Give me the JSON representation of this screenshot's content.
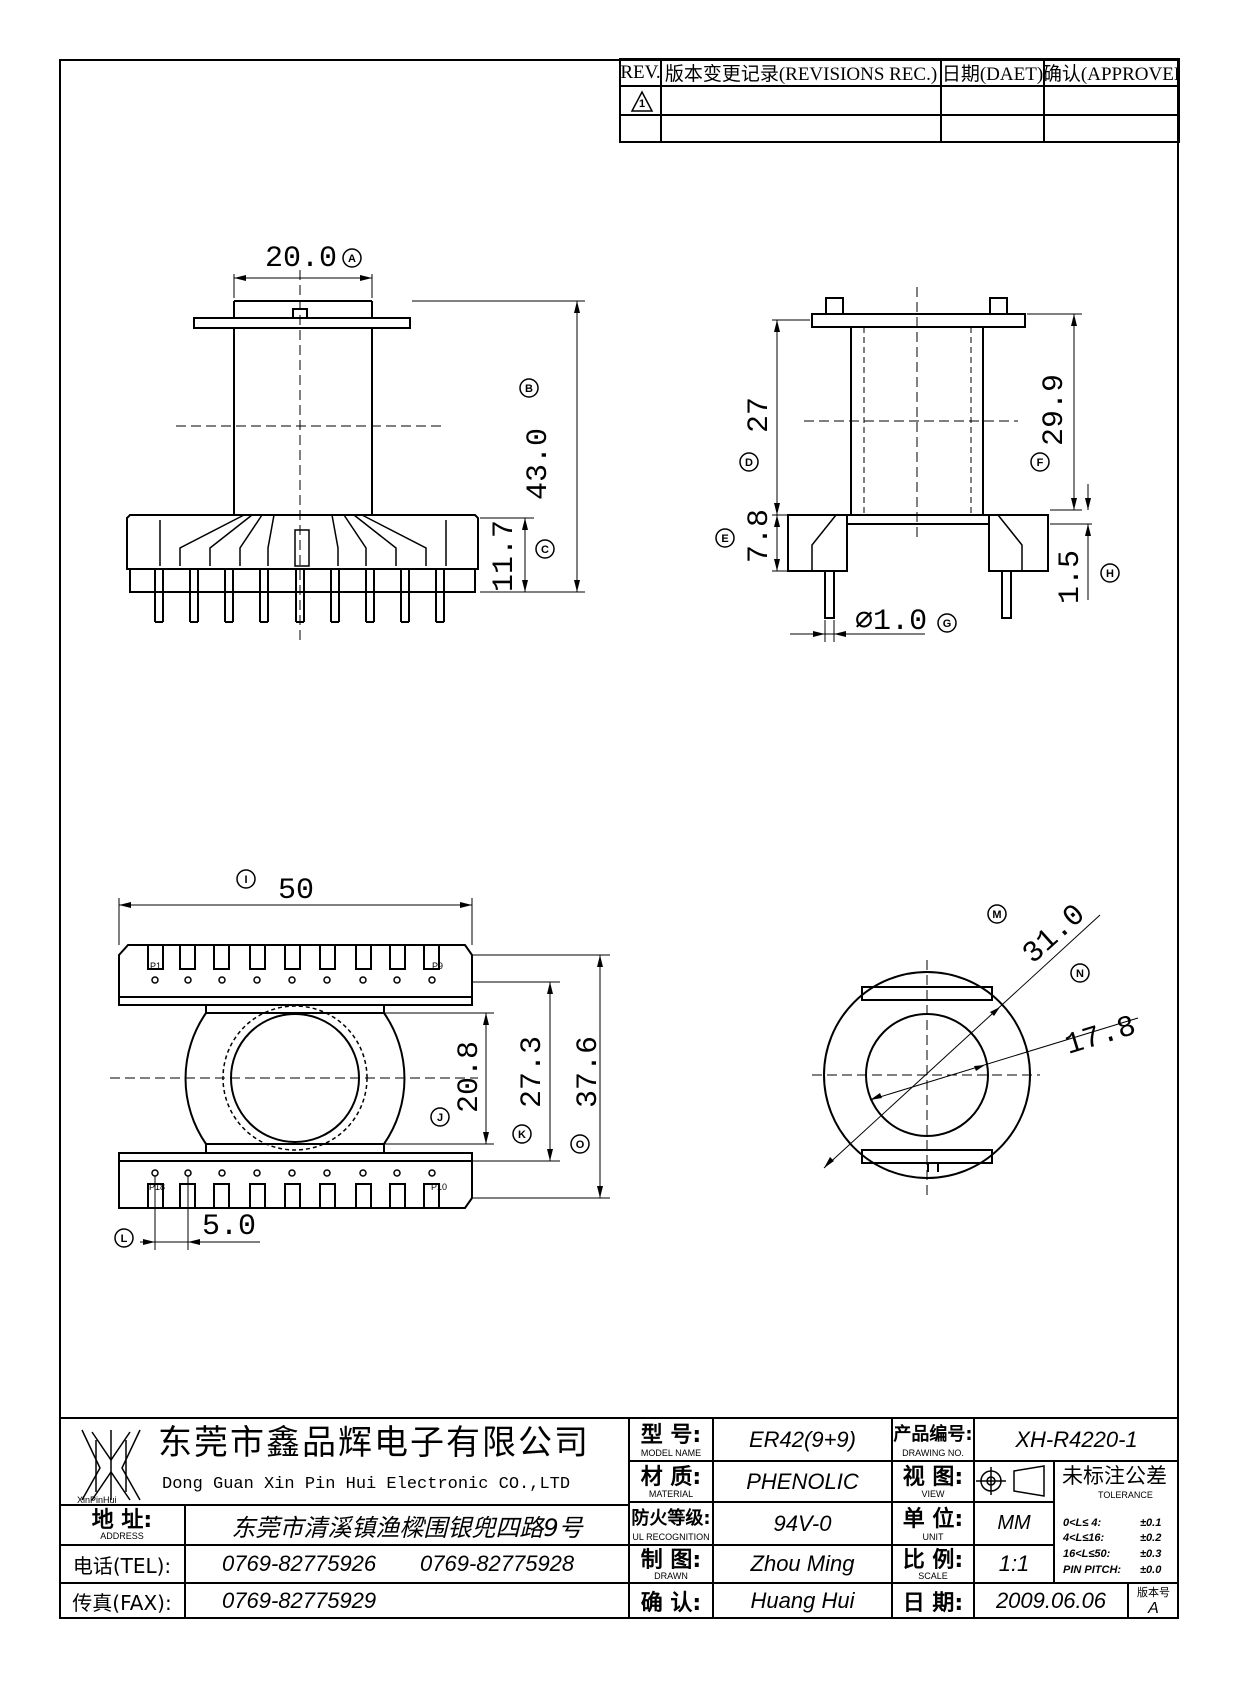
{
  "revisions": {
    "headers": [
      "REV.",
      "版本变更记录(REVISIONS REC.)",
      "日期(DAET)",
      "确认(APPROVEI"
    ],
    "row_mark": "1"
  },
  "dimensions": {
    "A": "20.0",
    "B": "43.0",
    "C": "11.7",
    "D": "27",
    "E": "7.8",
    "F": "29.9",
    "G": "⌀1.0",
    "H": "1.5",
    "I": "50",
    "J": "20.8",
    "K": "27.3",
    "L": "5.0",
    "M": "31.0",
    "N": "17.8",
    "O": "37.6"
  },
  "pins": {
    "top_first": "P1",
    "top_last": "P9",
    "bottom_first": "P18",
    "bottom_last": "P10"
  },
  "title_block": {
    "company_cn": "东莞市鑫品辉电子有限公司",
    "company_en": "Dong Guan Xin Pin Hui Electronic CO.,LTD",
    "logo_text": "XinPinHui",
    "address_label": "地 址:",
    "address_label_en": "ADDRESS",
    "address": "东莞市清溪镇渔樑围银兜四路9号",
    "tel_label": "电话(TEL):",
    "tel1": "0769-82775926",
    "tel2": "0769-82775928",
    "fax_label": "传真(FAX):",
    "fax": "0769-82775929",
    "model_label": "型 号:",
    "model_label_en": "MODEL NAME",
    "model": "ER42(9+9)",
    "material_label": "材 质:",
    "material_label_en": "MATERIAL",
    "material": "PHENOLIC",
    "ul_label": "防火等级:",
    "ul_label_en": "UL RECOGNITION",
    "ul": "94V-0",
    "drawn_label": "制 图:",
    "drawn_label_en": "DRAWN",
    "drawn": "Zhou Ming",
    "confirm_label": "确 认:",
    "confirm": "Huang Hui",
    "drawing_no_label": "产品编号:",
    "drawing_no_label_en": "DRAWING NO.",
    "drawing_no": "XH-R4220-1",
    "view_label": "视 图:",
    "view_label_en": "VIEW",
    "unit_label": "单 位:",
    "unit_label_en": "UNIT",
    "unit": "MM",
    "scale_label": "比 例:",
    "scale_label_en": "SCALE",
    "scale": "1:1",
    "date_label": "日 期:",
    "date": "2009.06.06",
    "version_label": "版本号",
    "version": "A",
    "tolerance_label": "未标注公差",
    "tolerance_label_en": "TOLERANCE",
    "tolerances": [
      {
        "range": "0<L≤ 4:",
        "value": "±0.1"
      },
      {
        "range": "4<L≤16:",
        "value": "±0.2"
      },
      {
        "range": "16<L≤50:",
        "value": "±0.3"
      },
      {
        "range": "PIN PITCH:",
        "value": "±0.0"
      }
    ]
  }
}
